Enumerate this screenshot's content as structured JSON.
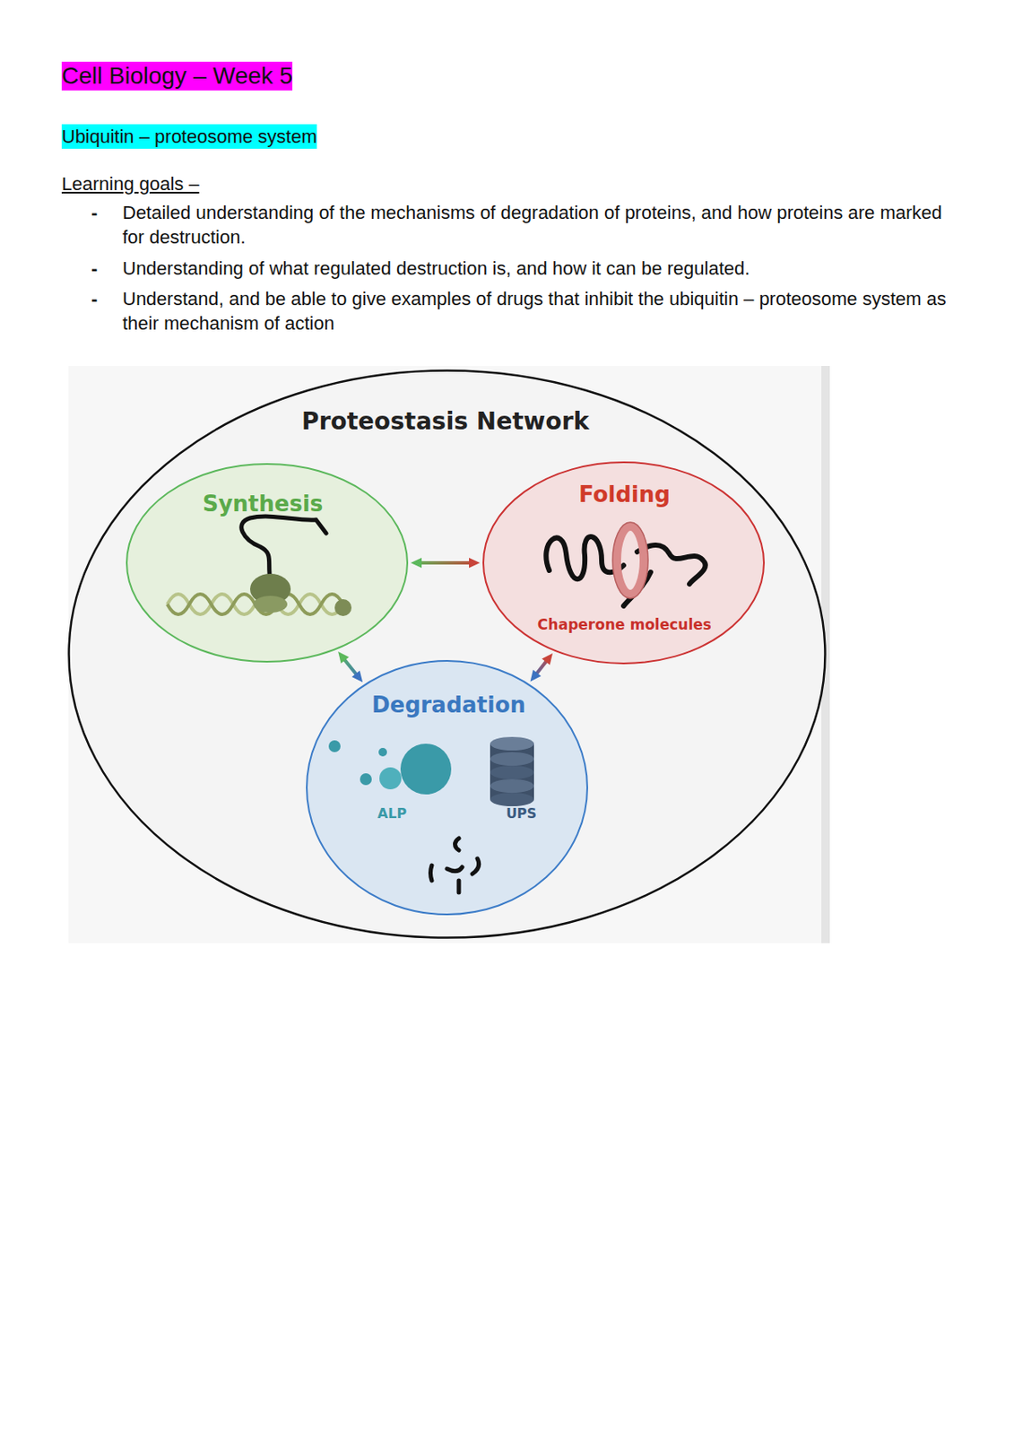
{
  "diagram": {
    "title": "Cell Biology – Week 5",
    "nodes": [
      {
        "text": [
          "Proteostasis Network"
        ]
      },
      {
        "text": [
          "Synthesis"
        ],
        "in": 0
      },
      {
        "text": [
          "Folding",
          "Chaperone molecules"
        ],
        "in": 0
      },
      {
        "text": [
          "Degradation",
          "ALP",
          "UPS"
        ],
        "in": 0
      }
    ],
    "edges": [
      {
        "from": 1,
        "to": 2,
        "arrow": "both"
      },
      {
        "from": 1,
        "to": 3,
        "arrow": "both"
      },
      {
        "from": 2,
        "to": 3,
        "arrow": "both"
      }
    ],
    "labels": [
      "Ubiquitin – proteosome system",
      "Learning goals –",
      "-",
      "Detailed understanding of the mechanisms of degradation of proteins, and how proteins are marked for destruction.",
      "-",
      "Understanding of what regulated destruction is, and how it can be regulated.",
      "-",
      "Understand, and be able to give examples of drugs that inhibit the ubiquitin – proteosome system as their mechanism of action"
    ]
  }
}
